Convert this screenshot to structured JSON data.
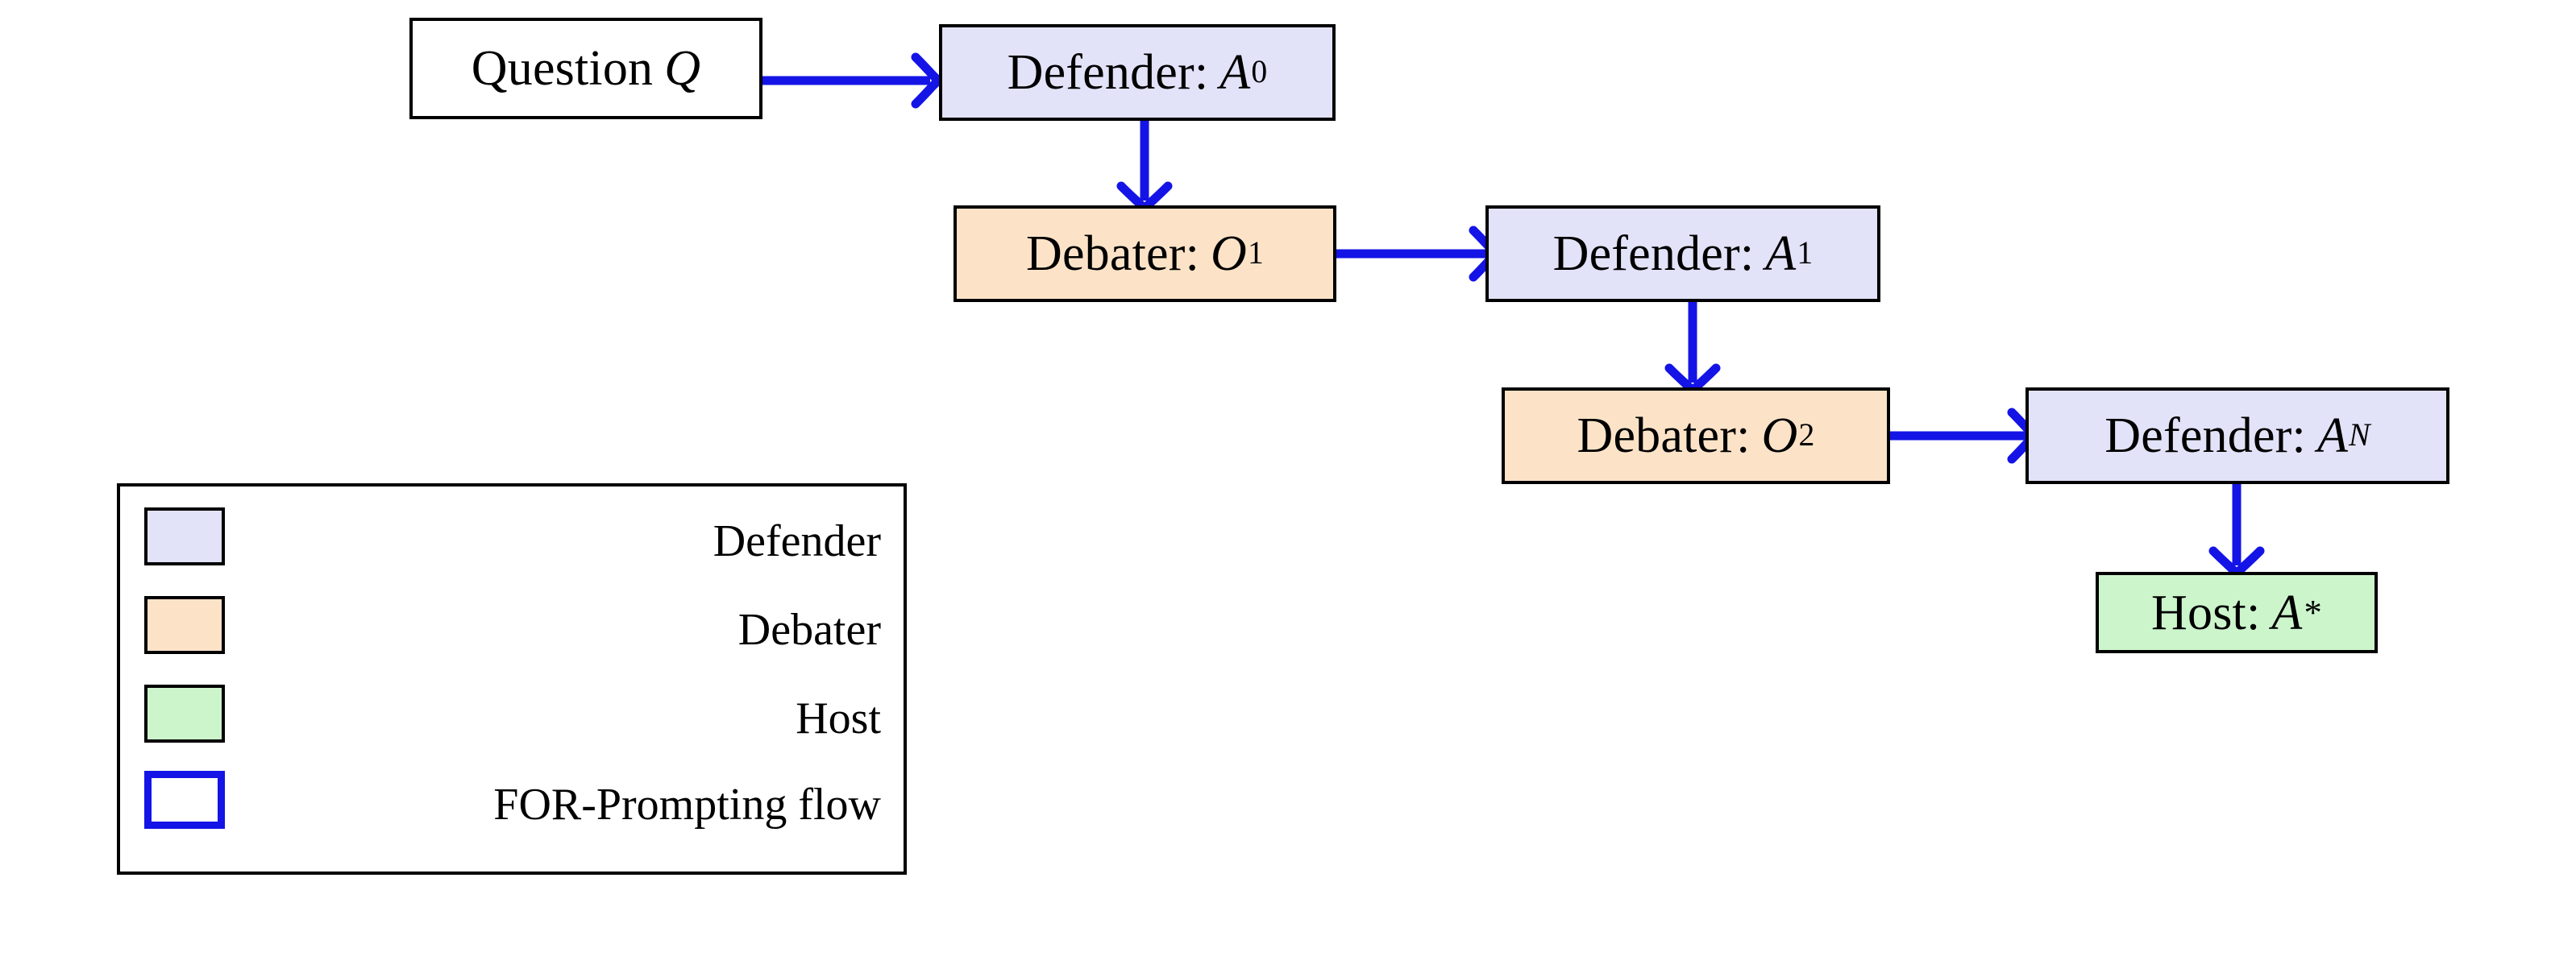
{
  "diagram": {
    "title": "FOR-Prompting flow",
    "colors": {
      "defender_fill": "#e2e2f8",
      "debater_fill": "#fce3c8",
      "host_fill": "#ccf5cc",
      "flow_arrow": "#1414e6",
      "node_border": "#000000",
      "page_background": "#ffffff"
    },
    "nodes": [
      {
        "id": "question",
        "role": "input",
        "label": "Question",
        "symbol": "Q",
        "subscript": "",
        "superscript": "",
        "fill": "#ffffff"
      },
      {
        "id": "defender0",
        "role": "Defender",
        "label": "Defender:",
        "symbol": "A",
        "subscript": "0",
        "superscript": "",
        "fill": "#e2e2f8"
      },
      {
        "id": "debater1",
        "role": "Debater",
        "label": "Debater:",
        "symbol": "O",
        "subscript": "1",
        "superscript": "",
        "fill": "#fce3c8"
      },
      {
        "id": "defender1",
        "role": "Defender",
        "label": "Defender:",
        "symbol": "A",
        "subscript": "1",
        "superscript": "",
        "fill": "#e2e2f8"
      },
      {
        "id": "debater2",
        "role": "Debater",
        "label": "Debater:",
        "symbol": "O",
        "subscript": "2",
        "superscript": "",
        "fill": "#fce3c8"
      },
      {
        "id": "defenderN",
        "role": "Defender",
        "label": "Defender:",
        "symbol": "A",
        "subscript": "N",
        "superscript": "",
        "fill": "#e2e2f8"
      },
      {
        "id": "host",
        "role": "Host",
        "label": "Host:",
        "symbol": "A",
        "subscript": "",
        "superscript": "*",
        "fill": "#ccf5cc"
      }
    ],
    "edges": [
      {
        "from": "question",
        "to": "defender0",
        "direction": "right"
      },
      {
        "from": "defender0",
        "to": "debater1",
        "direction": "down"
      },
      {
        "from": "debater1",
        "to": "defender1",
        "direction": "right"
      },
      {
        "from": "defender1",
        "to": "debater2",
        "direction": "down"
      },
      {
        "from": "debater2",
        "to": "defenderN",
        "direction": "right"
      },
      {
        "from": "defenderN",
        "to": "host",
        "direction": "down"
      }
    ]
  },
  "boxes": {
    "question": {
      "label": "Question",
      "symbol": "Q"
    },
    "defender0": {
      "label": "Defender:",
      "symbol": "A",
      "sub": "0"
    },
    "debater1": {
      "label": "Debater:",
      "symbol": "O",
      "sub": "1"
    },
    "defender1": {
      "label": "Defender:",
      "symbol": "A",
      "sub": "1"
    },
    "debater2": {
      "label": "Debater:",
      "symbol": "O",
      "sub": "2"
    },
    "defenderN": {
      "label": "Defender:",
      "symbol": "A",
      "sub": "N"
    },
    "host": {
      "label": "Host:",
      "symbol": "A",
      "sup": "*"
    }
  },
  "legend": {
    "items": [
      {
        "label": "Defender",
        "swatch": "#e2e2f8",
        "style": "filled"
      },
      {
        "label": "Debater",
        "swatch": "#fce3c8",
        "style": "filled"
      },
      {
        "label": "Host",
        "swatch": "#ccf5cc",
        "style": "filled"
      },
      {
        "label": "FOR-Prompting flow",
        "swatch": "#ffffff",
        "style": "blue-outline"
      }
    ]
  }
}
